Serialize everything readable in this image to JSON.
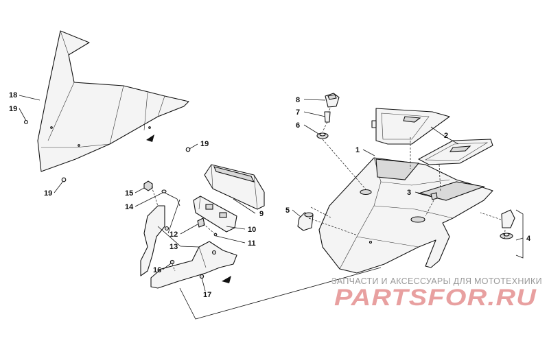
{
  "callouts": [
    "1",
    "2",
    "3",
    "4",
    "5",
    "6",
    "7",
    "8",
    "9",
    "10",
    "11",
    "12",
    "13",
    "14",
    "15",
    "16",
    "17",
    "18",
    "19",
    "19",
    "19"
  ],
  "watermark": {
    "caption": "ЗАПЧАСТИ И АКСЕССУАРЫ ДЛЯ МОТОТЕХНИКИ",
    "logo_text": "PARTSFOR.RU",
    "logo_color": "#e8a0a0"
  },
  "colors": {
    "line": "#111111",
    "fill": "#f4f4f4"
  }
}
